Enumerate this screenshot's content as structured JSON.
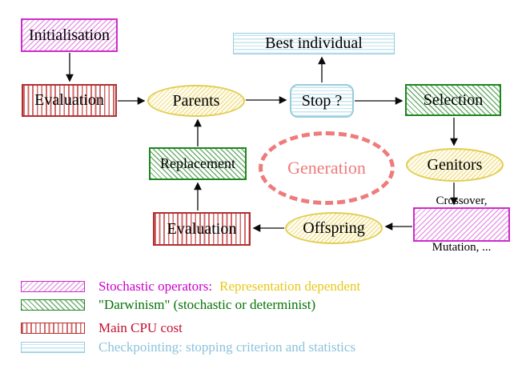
{
  "diagram": {
    "nodes": {
      "initialisation": {
        "label": "Initialisation"
      },
      "evaluation_top": {
        "label": "Evaluation"
      },
      "best_individual": {
        "label": "Best individual"
      },
      "parents": {
        "label": "Parents"
      },
      "stop": {
        "label": "Stop ?"
      },
      "selection": {
        "label": "Selection"
      },
      "replacement": {
        "label": "Replacement"
      },
      "generation": {
        "label": "Generation"
      },
      "genitors": {
        "label": "Genitors"
      },
      "offspring": {
        "label": "Offspring"
      },
      "evaluation_bottom": {
        "label": "Evaluation"
      },
      "crossover_mutation": {
        "line1": "Crossover,",
        "line2": "Mutation, ..."
      }
    },
    "legend": {
      "items": [
        {
          "pattern": "magenta-diagonal-hatch",
          "label": "Stochastic operators:",
          "label_suffix": "Representation dependent"
        },
        {
          "pattern": "green-diagonal-hatch",
          "label": "\"Darwinism\" (stochastic or determinist)"
        },
        {
          "pattern": "red-vertical-hatch",
          "label": "Main CPU cost"
        },
        {
          "pattern": "blue-horizontal-hatch",
          "label": "Checkpointing: stopping criterion and statistics"
        }
      ]
    },
    "colors": {
      "magenta": "#cb2ecb",
      "red": "#b03030",
      "green": "#1e861e",
      "light_blue": "#9acbdd",
      "yellow": "#e2ce52",
      "salmon": "#ef7b7b",
      "legend_magenta_text": "#cc00cc",
      "legend_gold_text": "#e6c918",
      "legend_green_text": "#067306",
      "legend_red_text": "#c01030",
      "legend_blue_text": "#8cc3dc"
    }
  }
}
